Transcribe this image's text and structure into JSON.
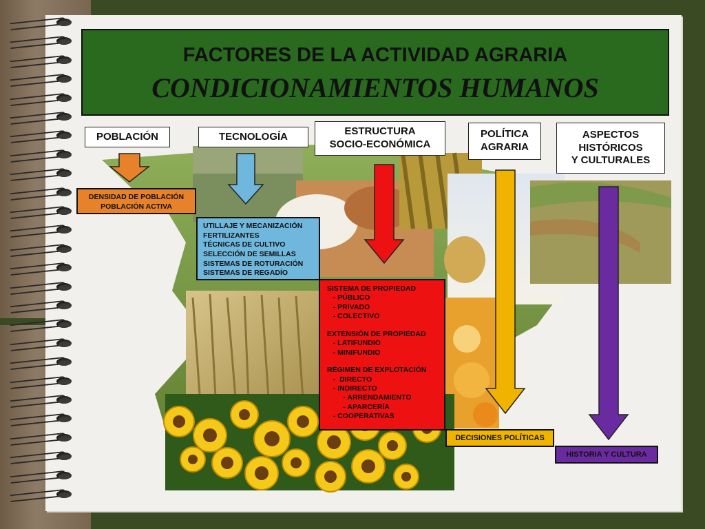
{
  "title": {
    "line1": "FACTORES DE LA ACTIVIDAD AGRARIA",
    "line2": "CONDICIONAMIENTOS HUMANOS"
  },
  "colors": {
    "title_bg": "#2a6a1f",
    "poblacion": "#e8822a",
    "tecnologia": "#6fb7dc",
    "estructura": "#ee1111",
    "politica": "#f0b400",
    "aspectos": "#6a2aa0"
  },
  "factors": [
    {
      "label": "POBLACIÓN"
    },
    {
      "label": "TECNOLOGÍA"
    },
    {
      "label": "ESTRUCTURA\nSOCIO-ECONÓMICA"
    },
    {
      "label": "POLÍTICA\nAGRARIA"
    },
    {
      "label": "ASPECTOS\nHISTÓRICOS\nY CULTURALES"
    }
  ],
  "boxes": {
    "poblacion": [
      "DENSIDAD DE POBLACIÓN",
      "POBLACIÓN ACTIVA"
    ],
    "tecnologia": [
      "UTILLAJE Y MECANIZACIÓN",
      "FERTILIZANTES",
      "TÉCNICAS DE CULTIVO",
      "SELECCIÓN DE SEMILLAS",
      "SISTEMAS DE ROTURACIÓN",
      "SISTEMAS DE REGADÍO"
    ],
    "estructura": [
      "SISTEMA DE PROPIEDAD",
      "   - PÚBLICO",
      "   - PRIVADO",
      "   - COLECTIVO",
      "",
      "EXTENSIÓN DE PROPIEDAD",
      "   - LATIFUNDIO",
      "   - MINIFUNDIO",
      "",
      "RÉGIMEN DE EXPLOTACIÓN",
      "   -  DIRECTO",
      "   - INDIRECTO",
      "        - ARRENDAMIENTO",
      "        - APARCERÍA",
      "   - COOPERATIVAS"
    ],
    "politica": "DECISIONES POLÍTICAS",
    "aspectos": "HISTORIA Y CULTURA"
  }
}
